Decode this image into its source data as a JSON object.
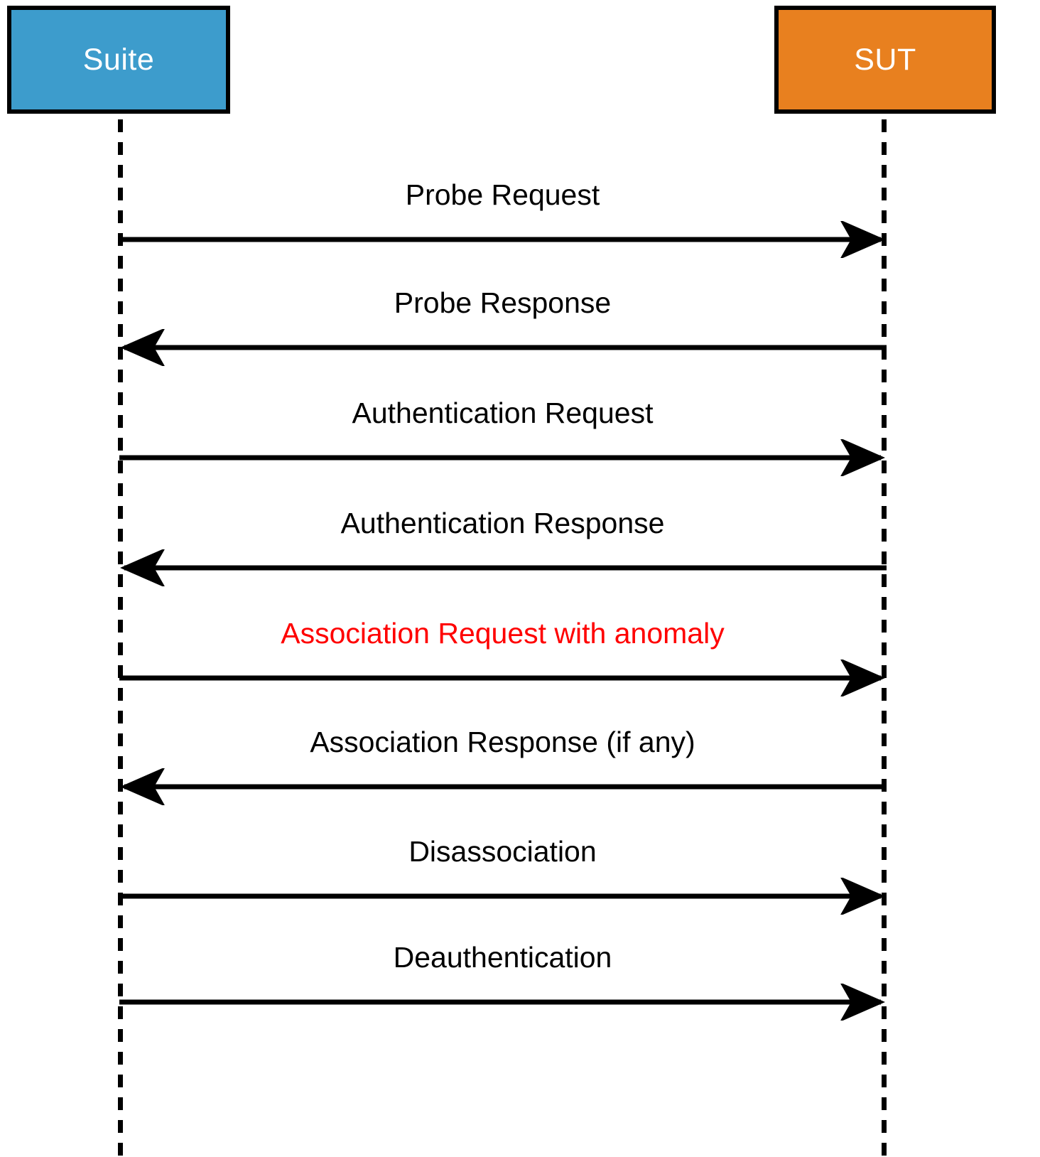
{
  "diagram": {
    "type": "sequence-diagram",
    "title": "",
    "background": "#ffffff"
  },
  "actors": [
    {
      "id": "suite",
      "label": "Suite",
      "fill": "#3d9ccc",
      "stroke": "#000000",
      "text_color": "#ffffff",
      "side": "left"
    },
    {
      "id": "sut",
      "label": "SUT",
      "fill": "#e8801f",
      "stroke": "#000000",
      "text_color": "#ffffff",
      "side": "right"
    }
  ],
  "messages": [
    {
      "index": 1,
      "label": "Probe Request",
      "from": "suite",
      "to": "sut",
      "direction": "right",
      "color": "#000000",
      "highlighted": false
    },
    {
      "index": 2,
      "label": "Probe Response",
      "from": "sut",
      "to": "suite",
      "direction": "left",
      "color": "#000000",
      "highlighted": false
    },
    {
      "index": 3,
      "label": "Authentication Request",
      "from": "suite",
      "to": "sut",
      "direction": "right",
      "color": "#000000",
      "highlighted": false
    },
    {
      "index": 4,
      "label": "Authentication Response",
      "from": "sut",
      "to": "suite",
      "direction": "left",
      "color": "#000000",
      "highlighted": false
    },
    {
      "index": 5,
      "label": "Association Request with anomaly",
      "from": "suite",
      "to": "sut",
      "direction": "right",
      "color": "#ff0000",
      "highlighted": true
    },
    {
      "index": 6,
      "label": "Association Response (if any)",
      "from": "sut",
      "to": "suite",
      "direction": "left",
      "color": "#000000",
      "highlighted": false
    },
    {
      "index": 7,
      "label": "Disassociation",
      "from": "suite",
      "to": "sut",
      "direction": "right",
      "color": "#000000",
      "highlighted": false
    },
    {
      "index": 8,
      "label": "Deauthentication",
      "from": "suite",
      "to": "sut",
      "direction": "right",
      "color": "#000000",
      "highlighted": false
    }
  ]
}
